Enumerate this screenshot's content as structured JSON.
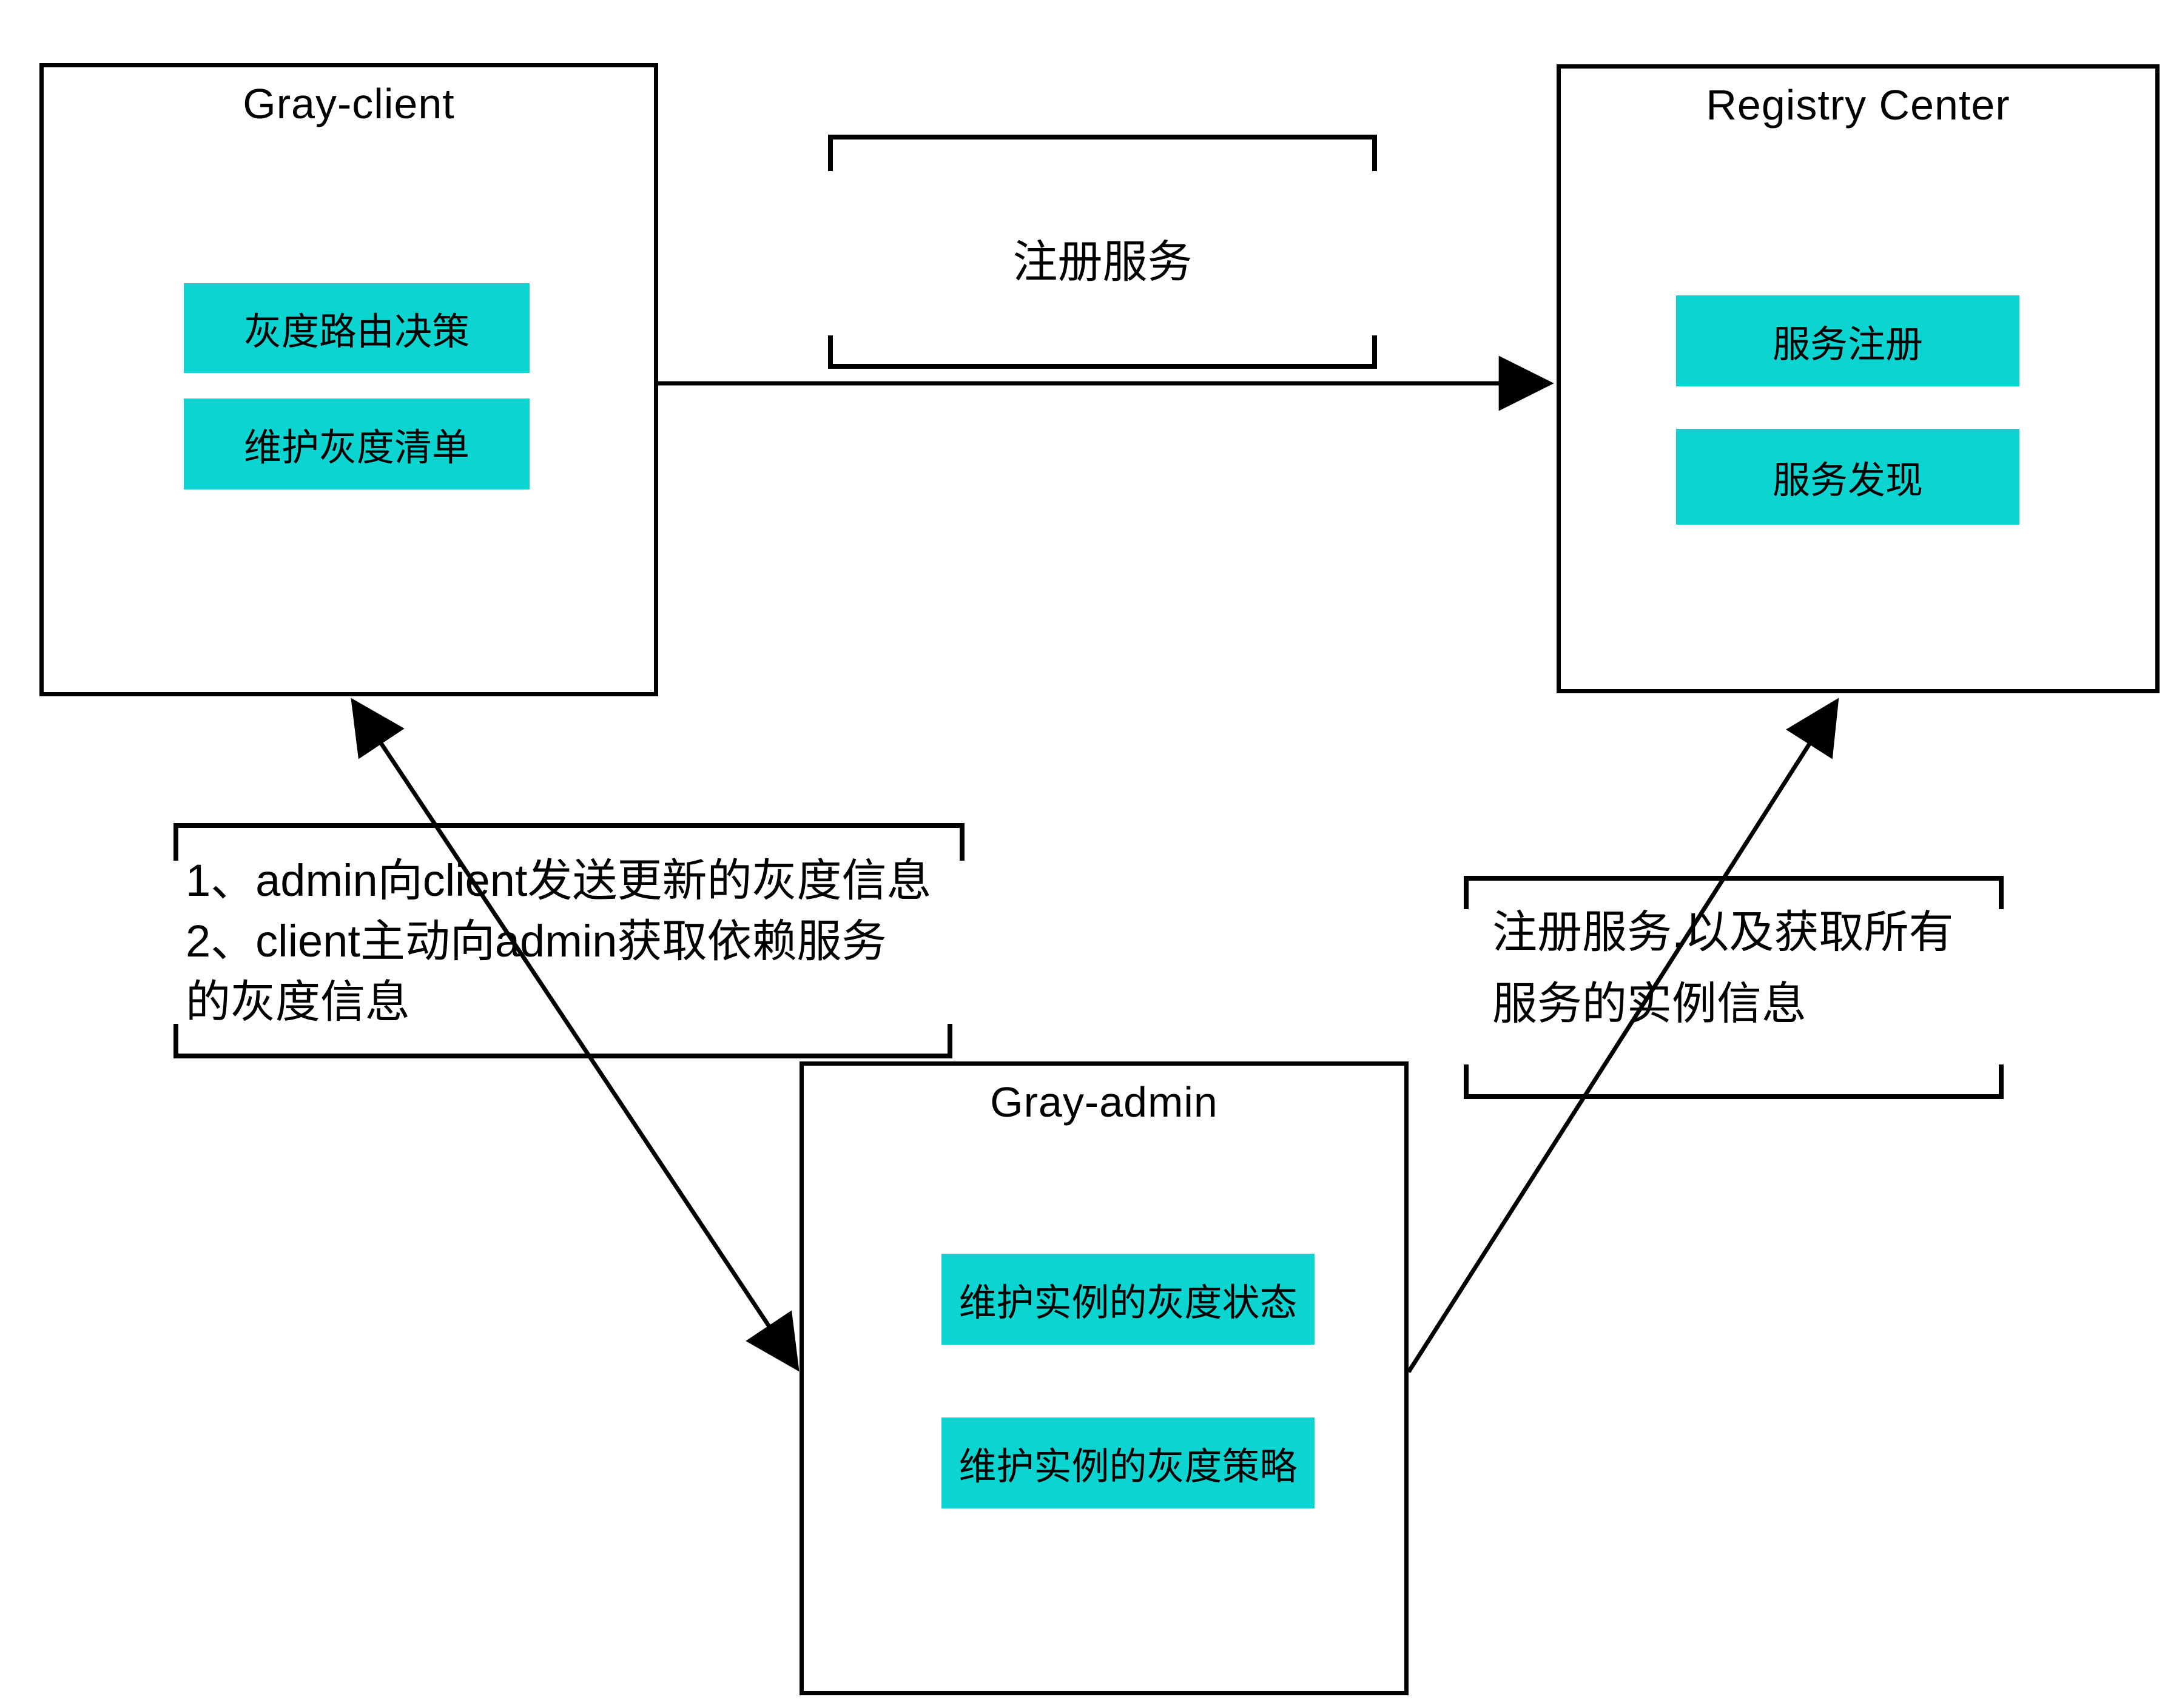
{
  "diagram": {
    "colors": {
      "background": "#ffffff",
      "accent_cyan": "#0cd4d0",
      "line": "#000000"
    },
    "boxes": {
      "gray_client": {
        "title": "Gray-client",
        "items": [
          "灰度路由决策",
          "维护灰度清单"
        ]
      },
      "registry_center": {
        "title": "Registry Center",
        "items": [
          "服务注册",
          "服务发现"
        ]
      },
      "gray_admin": {
        "title": "Gray-admin",
        "items": [
          "维护实例的灰度状态",
          "维护实例的灰度策略"
        ]
      }
    },
    "labels": {
      "register_service": "注册服务",
      "client_admin_note": "1、admin向client发送更新的灰度信息\n2、client主动向admin获取依赖服务\n的灰度信息",
      "registry_note": "注册服务,以及获取所有\n服务的实例信息"
    }
  }
}
